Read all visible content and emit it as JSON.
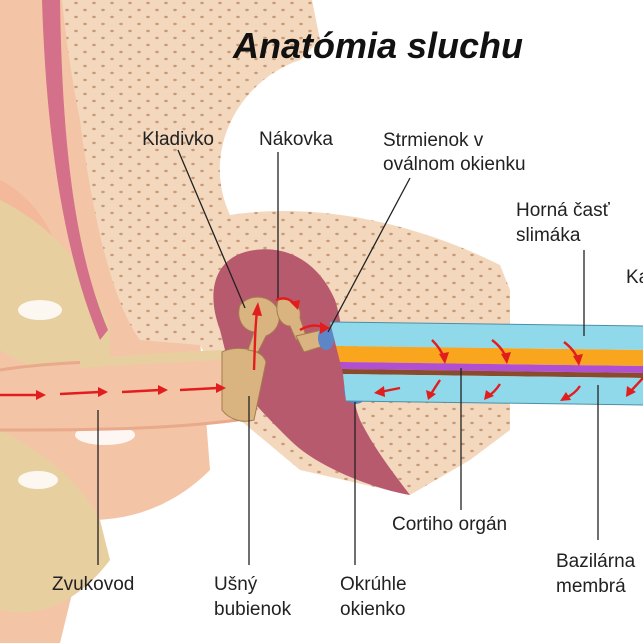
{
  "title": "Anatómia sluchu",
  "labels": {
    "kladivko": "Kladivko",
    "nakovka": "Nákovka",
    "strmienok_1": "Strmienok v",
    "strmienok_2": "oválnom okienku",
    "horna_1": "Horná časť",
    "horna_2": "slimáka",
    "kanal": "Ka",
    "cortiho": "Cortiho orgán",
    "bazilarna_1": "Bazilárna",
    "bazilarna_2": "membrá",
    "zvukovod": "Zvukovod",
    "usny_1": "Ušný",
    "usny_2": "bubienok",
    "okruhle_1": "Okrúhle",
    "okruhle_2": "okienko"
  },
  "colors": {
    "skin": "#f4c4a6",
    "skin_dark": "#e9a98b",
    "bone": "#f3d8bd",
    "bone_dots": "#c99a78",
    "cartilage": "#e8cfa0",
    "cavity": "#b85a6e",
    "ossicles": "#d9b480",
    "cochlea_blue": "#8fd9ea",
    "organ_orange": "#f9a51e",
    "membrane_purple": "#b14fd3",
    "arrow_red": "#e21d1d"
  }
}
